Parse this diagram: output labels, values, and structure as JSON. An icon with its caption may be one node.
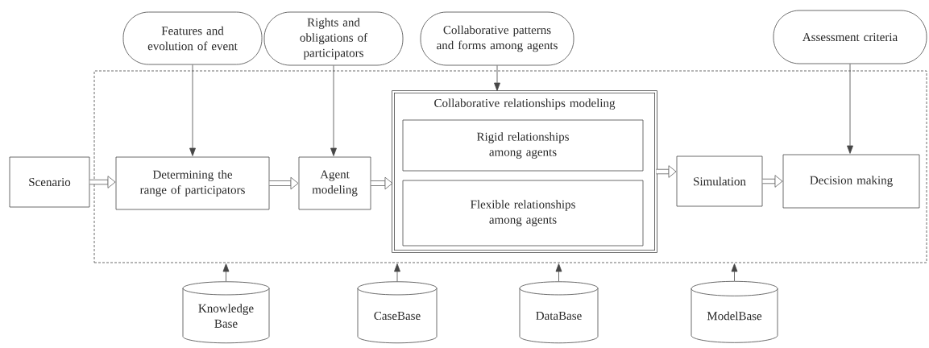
{
  "diagram": {
    "nodes": [
      {
        "text": [
          "Features and evolution of event"
        ]
      },
      {
        "text": [
          "Rights and obligations of participators"
        ]
      },
      {
        "text": [
          "Collaborative patterns and forms among agents"
        ]
      },
      {
        "text": [
          "Assessment criteria"
        ]
      },
      {
        "text": [],
        "shape": "box"
      },
      {
        "text": [
          "Scenario"
        ]
      },
      {
        "text": [
          "Determining the range of participators"
        ],
        "in": 4
      },
      {
        "text": [
          "Agent modeling"
        ],
        "in": 4
      },
      {
        "text": [
          "Collaborative relationships modeling"
        ],
        "in": 4
      },
      {
        "text": [
          "Rigid relationships among agents"
        ],
        "in": 8
      },
      {
        "text": [
          "Flexible relationships among agents"
        ],
        "in": 8
      },
      {
        "text": [
          "Simulation"
        ],
        "in": 4
      },
      {
        "text": [
          "Decision making"
        ],
        "in": 4
      },
      {
        "text": [
          "Knowledge Base"
        ]
      },
      {
        "text": [
          "CaseBase"
        ]
      },
      {
        "text": [
          "DataBase"
        ]
      },
      {
        "text": [
          "ModelBase"
        ]
      }
    ],
    "edges": [
      {
        "from": 0,
        "to": 6,
        "arrow": "to"
      },
      {
        "from": 1,
        "to": 7,
        "arrow": "to"
      },
      {
        "from": 2,
        "to": 8,
        "arrow": "to"
      },
      {
        "from": 3,
        "to": 12,
        "arrow": "to"
      },
      {
        "from": 5,
        "to": 6,
        "arrow": "to",
        "style": "thick"
      },
      {
        "from": 6,
        "to": 7,
        "arrow": "to",
        "style": "thick"
      },
      {
        "from": 7,
        "to": 8,
        "arrow": "to",
        "style": "thick"
      },
      {
        "from": 8,
        "to": 11,
        "arrow": "to",
        "style": "thick"
      },
      {
        "from": 11,
        "to": 12,
        "arrow": "to",
        "style": "thick"
      },
      {
        "from": 13,
        "to": 4,
        "arrow": "to"
      },
      {
        "from": 14,
        "to": 4,
        "arrow": "to"
      },
      {
        "from": 15,
        "to": 4,
        "arrow": "to"
      },
      {
        "from": 16,
        "to": 4,
        "arrow": "to"
      }
    ]
  }
}
